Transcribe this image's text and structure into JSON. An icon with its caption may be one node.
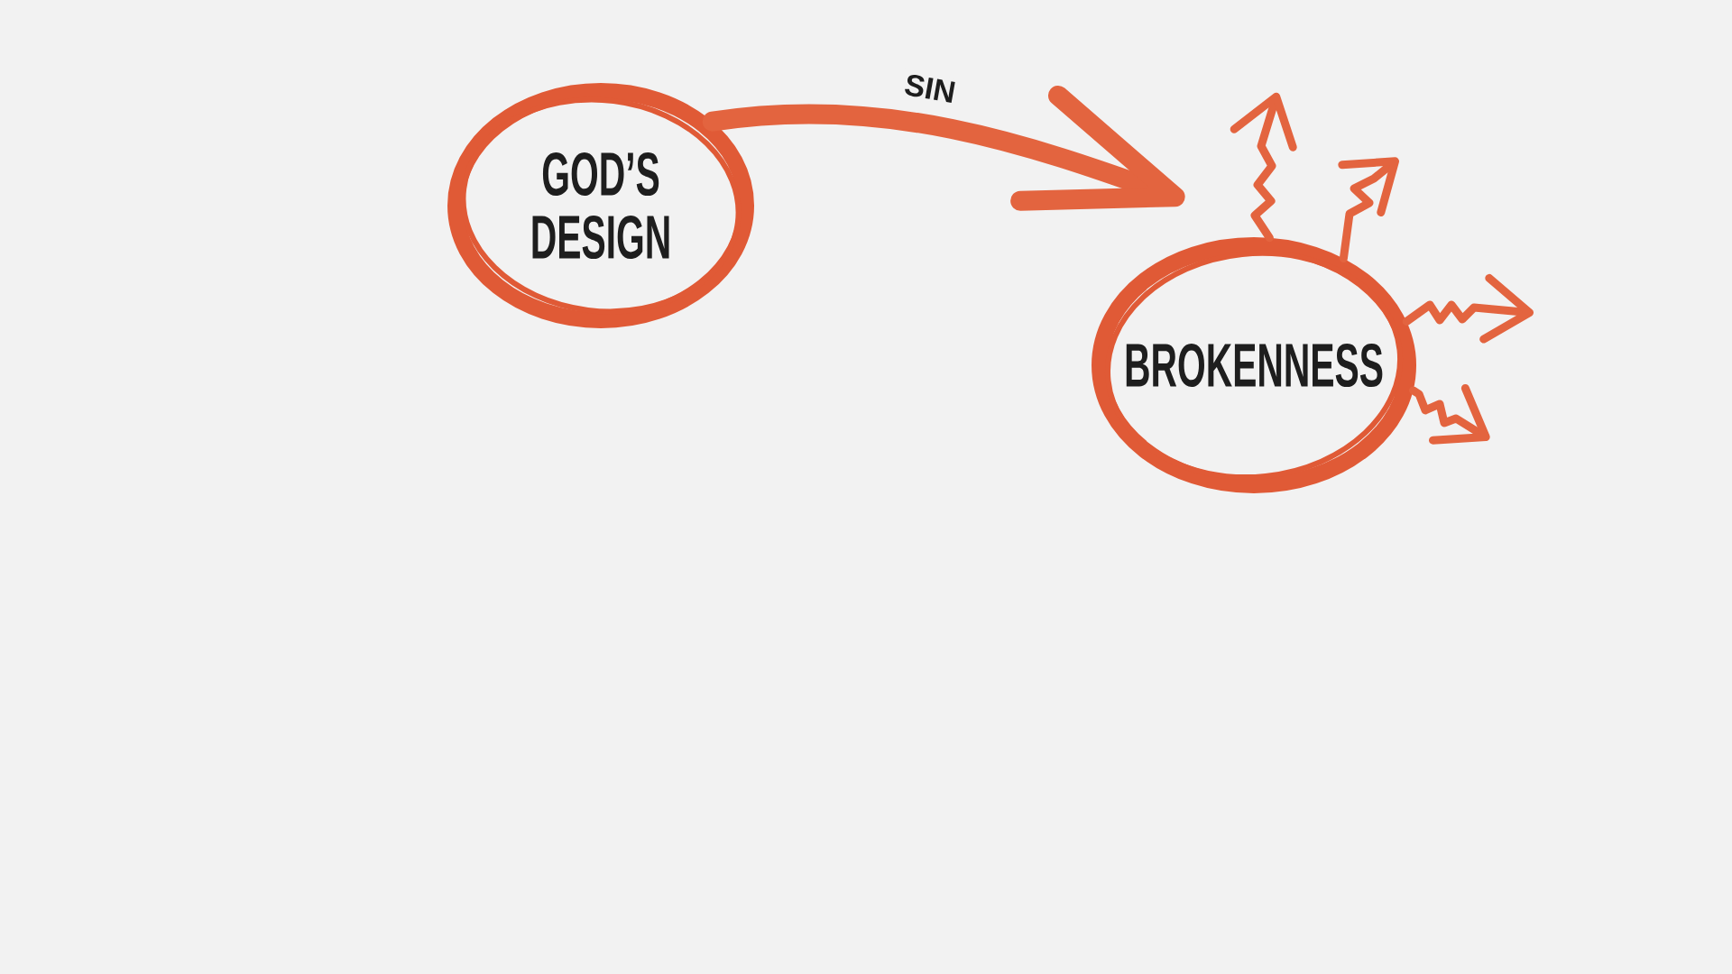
{
  "diagram": {
    "nodes": [
      {
        "text": [
          "GOD’S DESIGN"
        ]
      },
      {
        "text": [
          "BROKENNESS"
        ]
      }
    ],
    "edges": [
      {
        "from": 0,
        "to": 1,
        "arrow": "to",
        "label": "SIN",
        "style": "thick"
      },
      {
        "from": 1,
        "to": null,
        "arrow": "to"
      },
      {
        "from": 1,
        "to": null,
        "arrow": "to"
      },
      {
        "from": 1,
        "to": null,
        "arrow": "to"
      },
      {
        "from": 1,
        "to": null,
        "arrow": "to"
      }
    ]
  }
}
